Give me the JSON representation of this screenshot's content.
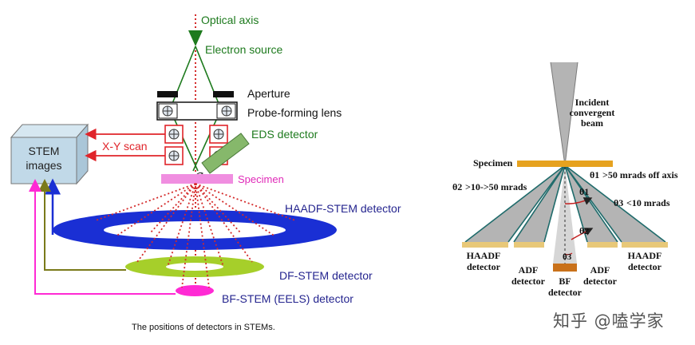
{
  "left": {
    "optical_axis": "Optical axis",
    "electron_source": "Electron source",
    "aperture": "Aperture",
    "probe_lens": "Probe-forming lens",
    "eds": "EDS detector",
    "xy_scan": "X-Y scan",
    "stem_images_1": "STEM",
    "stem_images_2": "images",
    "specimen": "Specimen",
    "haadf": "HAADF-STEM detector",
    "df": "DF-STEM detector",
    "bf": "BF-STEM (EELS) detector",
    "caption": "The positions of detectors in STEMs."
  },
  "right": {
    "beam_1": "Incident",
    "beam_2": "convergent",
    "beam_3": "beam",
    "specimen": "Specimen",
    "theta1_text": ">50 mrads off axis",
    "theta2_text": ">10->50 mrads",
    "theta3_text": "<10 mrads",
    "theta1_label": "θ1",
    "theta2_label": "θ2",
    "theta3_label": "θ3",
    "det_haadf": "HAADF",
    "det_adf": "ADF",
    "det_bf": "BF",
    "det_word": "detector"
  },
  "watermark": "知乎 @嗑学家",
  "colors": {
    "haadf": "#1a2fd4",
    "df": "#a6cf2a",
    "bf": "#ff2ad4",
    "specimen_left": "#f08ee0",
    "scan_red": "#e0242a",
    "green_line": "#1d7a1d",
    "label_blue": "#25258f",
    "gray_cone": "#b4b4b4",
    "gold": "#e8c878"
  }
}
